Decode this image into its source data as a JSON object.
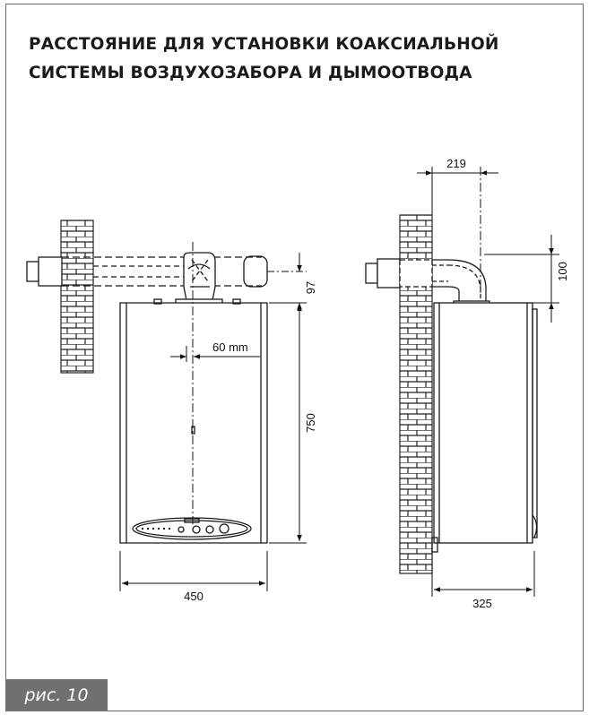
{
  "title": {
    "line1": "РАССТОЯНИЕ ДЛЯ УСТАНОВКИ КОАКСИАЛЬНОЙ",
    "line2": "СИСТЕМЫ ВОЗДУХОЗАБОРА И ДЫМООТВОДА"
  },
  "figure_label": "рис. 10",
  "front_view": {
    "dim_pipe_height": "97",
    "dim_offset": "60 mm",
    "dim_height": "750",
    "dim_width": "450"
  },
  "side_view": {
    "dim_top": "219",
    "dim_pipe_height": "100",
    "dim_depth": "325"
  },
  "colors": {
    "line": "#1a1a1a",
    "label_bg": "#707070",
    "frame": "#6a6a6a"
  }
}
